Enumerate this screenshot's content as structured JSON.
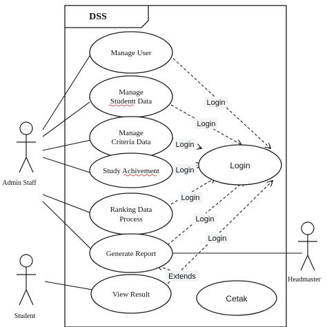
{
  "system": {
    "title": "DSS"
  },
  "actors": {
    "admin_staff": "Admin Staff",
    "student": "Student",
    "headmaster": "Headmaster"
  },
  "use_cases": {
    "manage_user": [
      "Manage User"
    ],
    "manage_student_data": [
      "Manage",
      "Studentt Data"
    ],
    "manage_criteria_data": [
      "Manage",
      "Criteria Data"
    ],
    "study_achievement": [
      "Study Achivement"
    ],
    "ranking_data_process": [
      "Ranking Data",
      "Process"
    ],
    "generate_report": [
      "Generate Report"
    ],
    "view_result": [
      "View Result"
    ],
    "login": [
      "Login"
    ],
    "cetak": [
      "Cetak"
    ]
  },
  "relationships": {
    "include_label": "Login",
    "extend_label": "Extends"
  },
  "colors": {
    "line": "#1a1a1a",
    "squiggle": "#cc2222",
    "label_bg": "#f2f4f6"
  }
}
